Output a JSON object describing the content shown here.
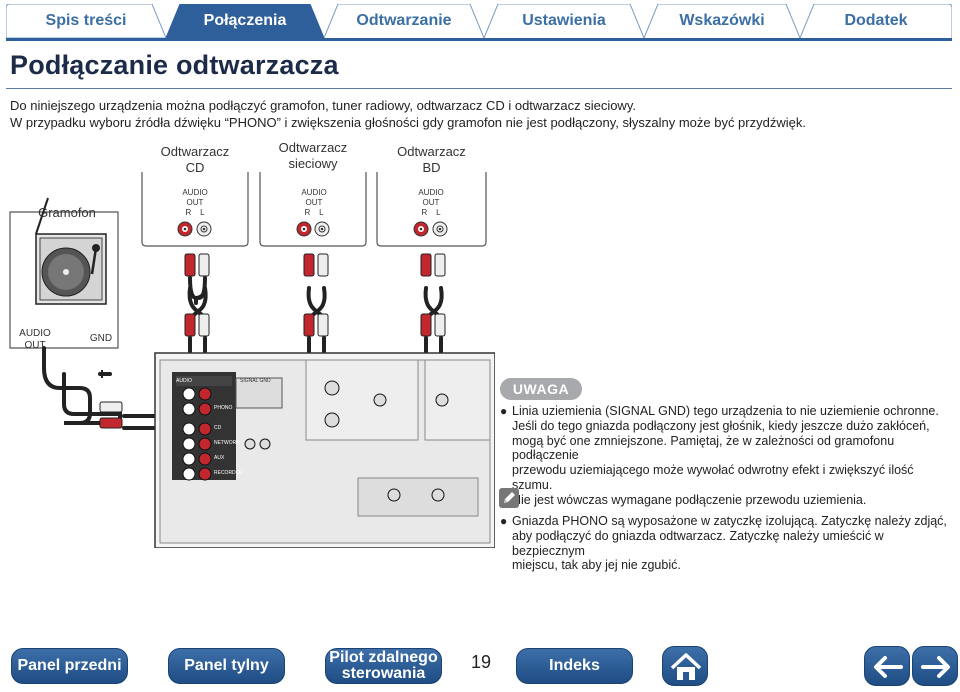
{
  "tabs": [
    {
      "label": "Spis treści",
      "active": false
    },
    {
      "label": "Połączenia",
      "active": true
    },
    {
      "label": "Odtwarzanie",
      "active": false
    },
    {
      "label": "Ustawienia",
      "active": false
    },
    {
      "label": "Wskazówki",
      "active": false
    },
    {
      "label": "Dodatek",
      "active": false
    }
  ],
  "page": {
    "title": "Podłączanie odtwarzacza",
    "intro_line1": "Do niniejszego urządzenia można podłączyć gramofon, tuner radiowy, odtwarzacz CD i odtwarzacz sieciowy.",
    "intro_line2": "W przypadku wyboru źródła dźwięku “PHONO” i zwiększenia głośności gdy gramofon nie jest podłączony, słyszalny może być przydźwięk."
  },
  "diagram": {
    "players": [
      {
        "line1": "Odtwarzacz",
        "line2": "CD"
      },
      {
        "line1": "Odtwarzacz",
        "line2": "sieciowy"
      },
      {
        "line1": "Odtwarzacz",
        "line2": "BD"
      }
    ],
    "audio_label": "AUDIO",
    "out_label": "OUT",
    "r_label": "R",
    "l_label": "L",
    "turntable_label": "Gramofon",
    "turntable_audio": "AUDIO",
    "turntable_out": "OUT",
    "gnd_label": "GND",
    "panel": {
      "audio": "AUDIO",
      "signal_gnd": "SIGNAL GND",
      "phono": "PHONO",
      "cd": "CD",
      "network": "NETWORK",
      "aux": "AUX",
      "recorder": "RECORDER"
    }
  },
  "notes": {
    "badge": "UWAGA",
    "uwaga_text": [
      "Linia uziemienia (SIGNAL GND) tego urządzenia to nie uziemienie ochronne.",
      "Jeśli do tego gniazda podłączony jest głośnik, kiedy jeszcze dużo zakłóceń,",
      "mogą być one zmniejszone. Pamiętaj, że w zależności od gramofonu podłączenie",
      "przewodu uziemiającego może wywołać odwrotny efekt i zwiększyć ilość szumu.",
      "Nie jest wówczas wymagane podłączenie przewodu uziemienia."
    ],
    "tip_text": [
      "Gniazda PHONO są wyposażone w zatyczkę izolującą. Zatyczkę należy zdjąć,",
      "aby podłączyć do gniazda odtwarzacz. Zatyczkę należy umieścić w bezpiecznym",
      "miejscu, tak aby jej nie zgubić."
    ],
    "bullet": "●"
  },
  "footer": {
    "panel_front": "Panel przedni",
    "panel_rear": "Panel tylny",
    "remote_line1": "Pilot zdalnego",
    "remote_line2": "sterowania",
    "page_number": "19",
    "index": "Indeks",
    "home_icon": "home-icon",
    "prev_icon": "arrow-left-icon",
    "next_icon": "arrow-right-icon"
  },
  "colors": {
    "tab_blue": "#3c6fa3",
    "tab_active": "#2f5f9a",
    "title": "#1c2b48",
    "badge_gray": "#a7a9ac",
    "jack_red": "#c1272d"
  }
}
